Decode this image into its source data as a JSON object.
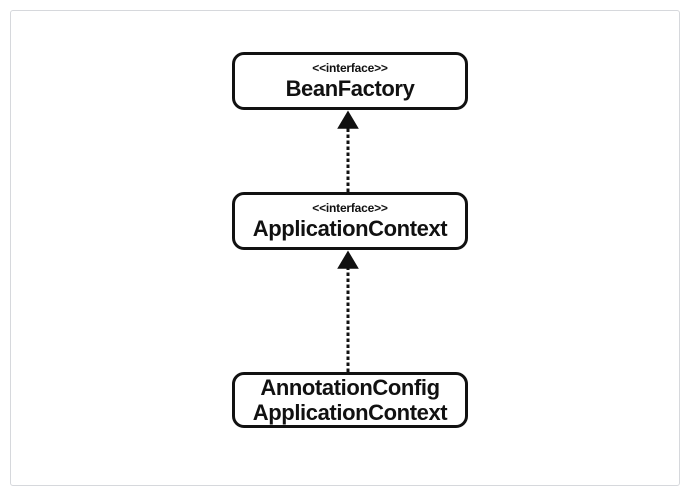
{
  "diagram": {
    "type": "uml-class-diagram",
    "background_color": "#ffffff",
    "frame_color": "#d6d8dc",
    "stroke_color": "#111111",
    "nodes": [
      {
        "id": "beanfactory",
        "stereotype": "<<interface>>",
        "name": "BeanFactory",
        "shape": "rounded-rectangle"
      },
      {
        "id": "applicationcontext",
        "stereotype": "<<interface>>",
        "name": "ApplicationContext",
        "shape": "rounded-rectangle"
      },
      {
        "id": "annotationconfigapplicationcontext",
        "stereotype": "",
        "name_line1": "AnnotationConfig",
        "name_line2": "ApplicationContext",
        "shape": "rounded-rectangle"
      }
    ],
    "edges": [
      {
        "id": "edge-appcontext-to-beanfactory",
        "from": "applicationcontext",
        "to": "beanfactory",
        "relationship": "realization",
        "line_style": "dashed",
        "arrowhead": "filled-triangle"
      },
      {
        "id": "edge-annotconfig-to-appcontext",
        "from": "annotationconfigapplicationcontext",
        "to": "applicationcontext",
        "relationship": "realization",
        "line_style": "dashed",
        "arrowhead": "filled-triangle"
      }
    ]
  }
}
